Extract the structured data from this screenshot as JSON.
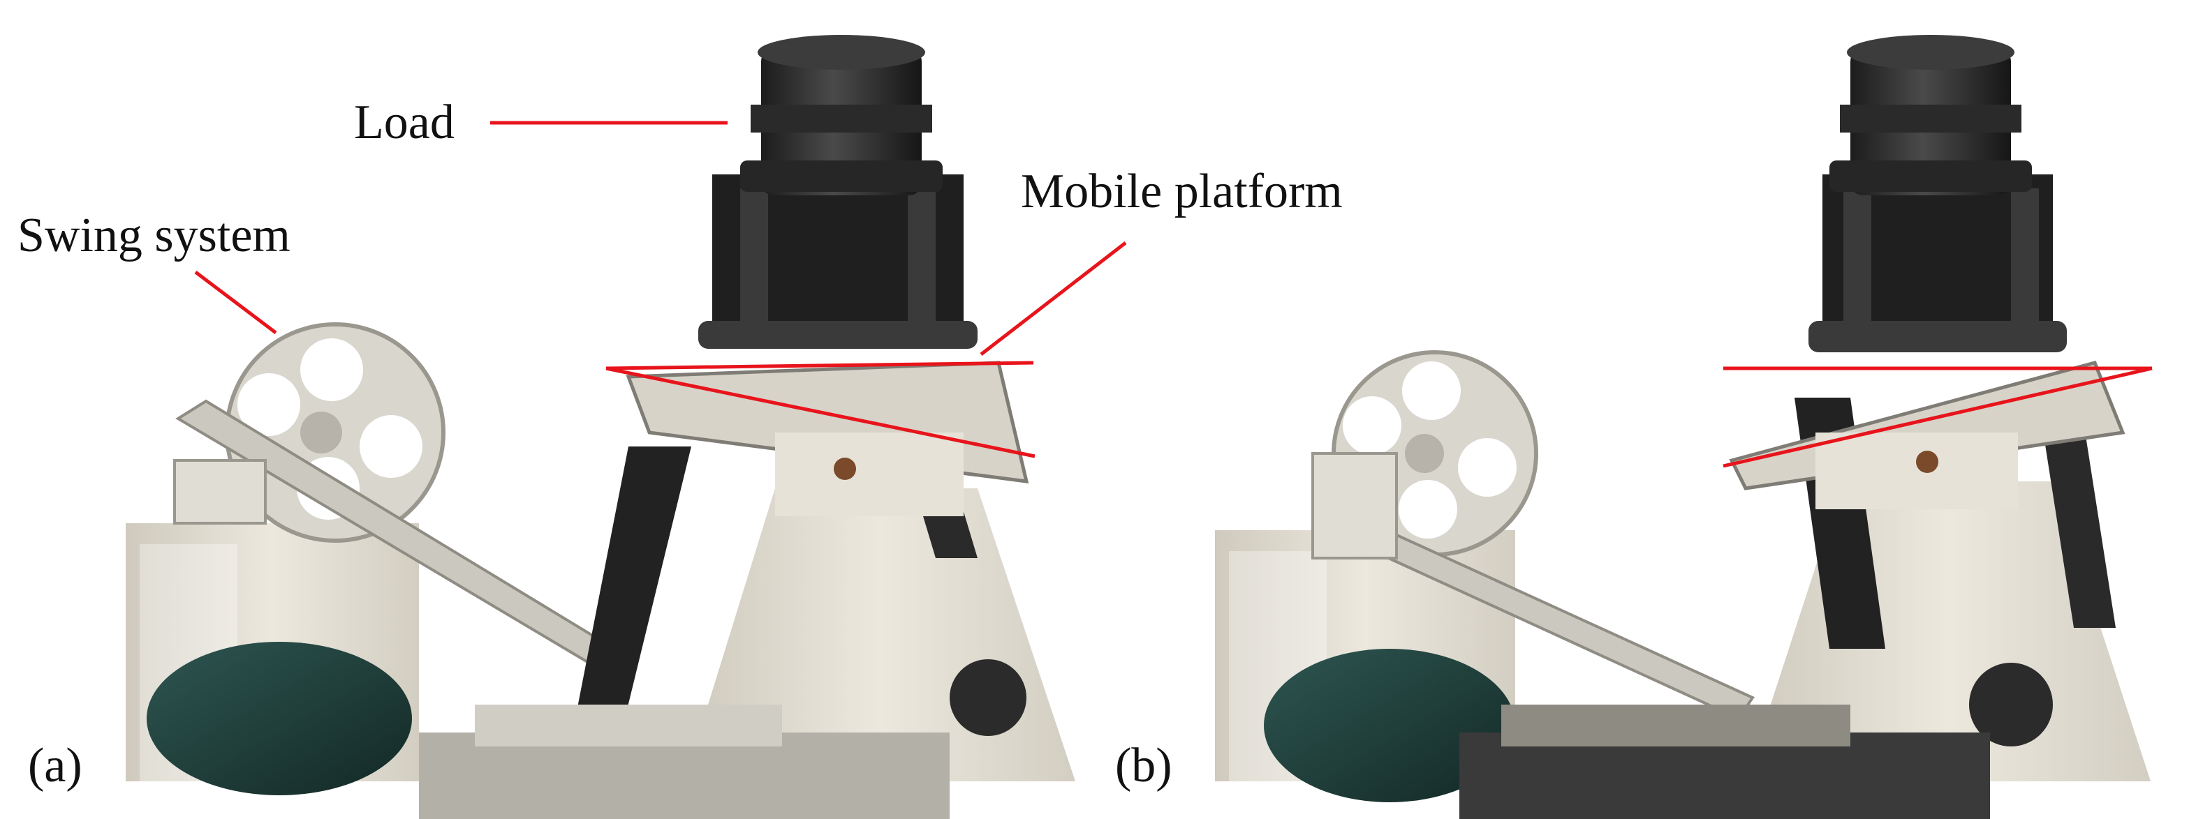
{
  "figure": {
    "labels": {
      "load": "Load",
      "mobile_platform": "Mobile platform",
      "swing_system": "Swing system"
    },
    "panels": [
      {
        "id": "a",
        "caption": "(a)"
      },
      {
        "id": "b",
        "caption": "(b)"
      }
    ],
    "colors": {
      "annotation": "#e8141b",
      "load_body": "#2f2f2f",
      "frame": "#e5e1d7",
      "motor": "#22403b"
    }
  }
}
